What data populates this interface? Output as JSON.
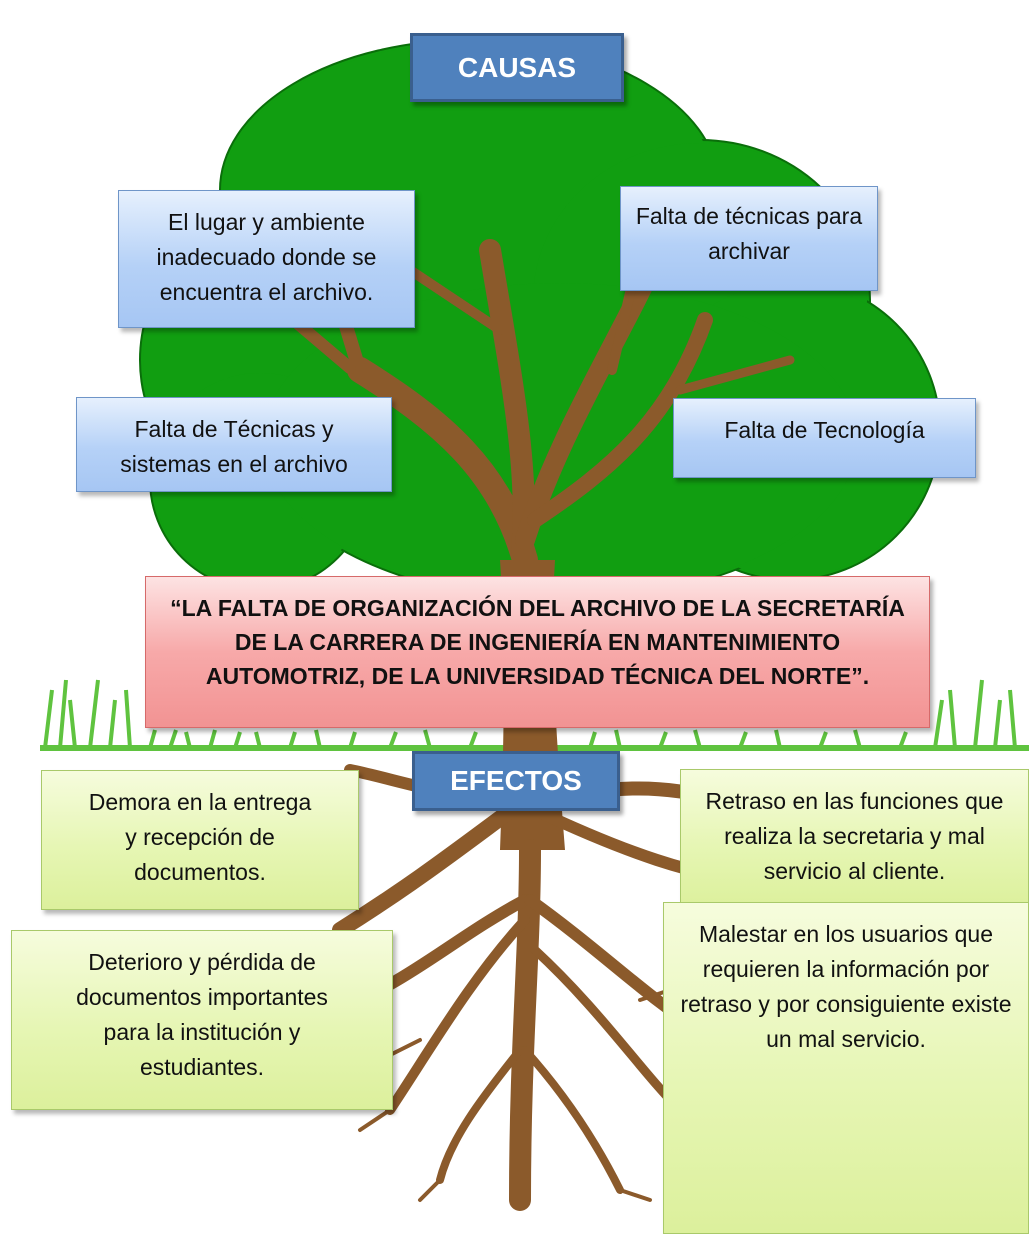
{
  "headers": {
    "causes": "CAUSAS",
    "effects": "EFECTOS"
  },
  "problem": "“LA FALTA DE ORGANIZACIÓN DEL ARCHIVO DE LA SECRETARÍA DE LA CARRERA DE INGENIERÍA EN MANTENIMIENTO AUTOMOTRIZ, DE LA UNIVERSIDAD TÉCNICA DEL NORTE”.",
  "causes": {
    "place": "El lugar y ambiente inadecuado donde se encuentra el archivo.",
    "techniques_archive": "Falta de técnicas para archivar",
    "techniques_systems": "Falta de Técnicas y sistemas en el archivo",
    "technology": "Falta de Tecnología"
  },
  "effects": {
    "delay_delivery": "Demora en la entrega y recepción de documentos.",
    "delay_functions": "Retraso en las funciones que realiza la secretaria y mal servicio al cliente.",
    "deterioration": "Deterioro y pérdida de documentos importantes para la institución y estudiantes.",
    "discomfort": "Malestar en los usuarios que requieren la información por retraso y por consiguiente existe un mal servicio."
  },
  "colors": {
    "foliage": "#119e11",
    "trunk": "#8b5a2b",
    "grass": "#5fc33f",
    "header": "#4f81bd",
    "cause_box": "#b5d1f7",
    "effect_box": "#e6f6b4",
    "problem_box": "#f7a9a9"
  }
}
